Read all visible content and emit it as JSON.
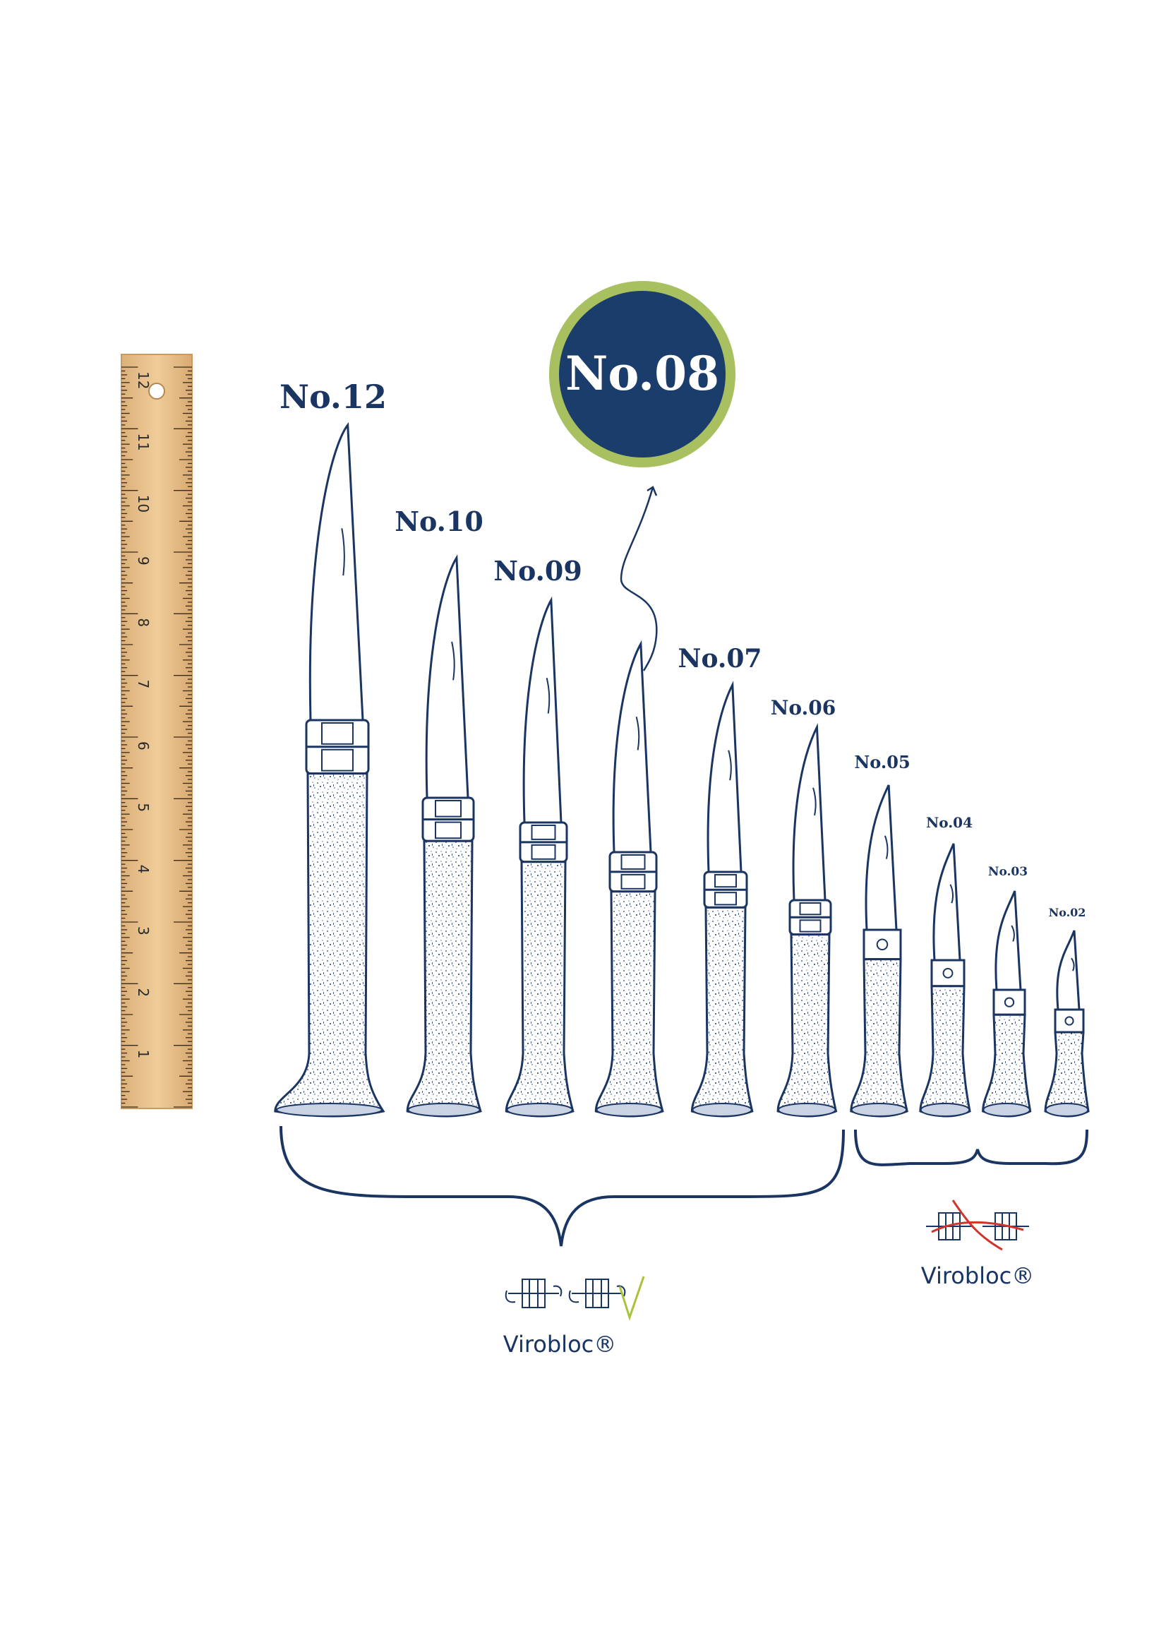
{
  "badge": {
    "label": "No.08",
    "fill": "#1b3d6b",
    "ring": "#a8c060"
  },
  "ruler": {
    "numbers": [
      "1",
      "2",
      "3",
      "4",
      "5",
      "6",
      "7",
      "8",
      "9",
      "10",
      "11",
      "12"
    ],
    "wood": "#e8c08a"
  },
  "knives": [
    {
      "label": "No.12"
    },
    {
      "label": "No.10"
    },
    {
      "label": "No.09"
    },
    {
      "label": "No.08"
    },
    {
      "label": "No.07"
    },
    {
      "label": "No.06"
    },
    {
      "label": "No.05"
    },
    {
      "label": "No.04"
    },
    {
      "label": "No.03"
    },
    {
      "label": "No.02"
    }
  ],
  "groups": {
    "large": {
      "label": "Virobloc®",
      "check": true
    },
    "small": {
      "label": "Virobloc®",
      "check": false
    }
  },
  "colors": {
    "ink": "#1b3563",
    "check": "#a8c33a",
    "cross": "#d0352b"
  }
}
